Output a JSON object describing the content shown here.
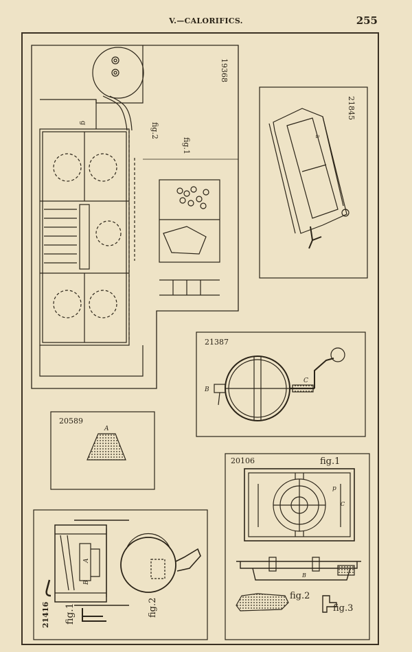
{
  "header": {
    "running_title": "V.—CALORIFICS.",
    "page_number": "255"
  },
  "patents": {
    "p19368": {
      "number": "19368",
      "fig1": "fig.1",
      "fig2": "fig.2",
      "letter_g": "g"
    },
    "p21845": {
      "number": "21845",
      "letter_a": "a"
    },
    "p21387": {
      "number": "21387",
      "letter_b": "B",
      "letter_c": "C"
    },
    "p20589": {
      "number": "20589",
      "letter_a": "A"
    },
    "p20106": {
      "number": "20106",
      "fig1": "fig.1",
      "fig2": "fig.2",
      "fig3": "fig.3",
      "letter_p": "p",
      "letter_b": "B",
      "letter_c": "C"
    },
    "p21416": {
      "number": "21416",
      "fig1": "fig.1",
      "fig2": "fig.2",
      "letter_a": "A",
      "letter_b": "B"
    }
  },
  "colors": {
    "paper": "#eee3c6",
    "ink": "#2b2418",
    "border": "#3a3022"
  }
}
